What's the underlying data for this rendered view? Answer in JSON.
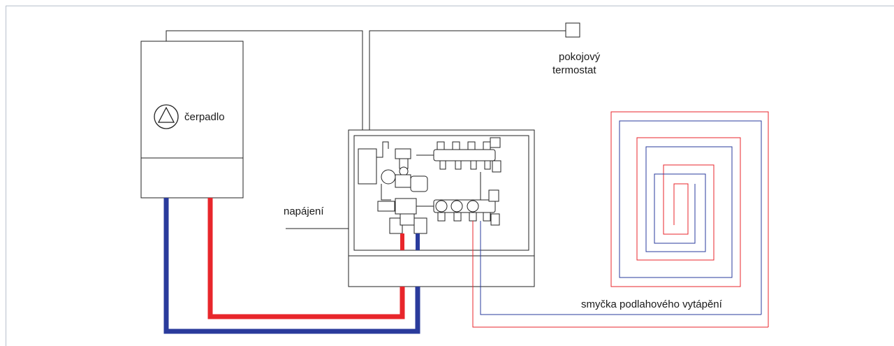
{
  "labels": {
    "pump": "čerpadlo",
    "thermostat_line1": "pokojový",
    "thermostat_line2": "termostat",
    "power": "napájení",
    "floor_loop": "smyčka podlahového vytápění"
  },
  "colors": {
    "hot_pipe": "#e8262b",
    "cold_pipe": "#2a3b9c",
    "outline": "#222222",
    "border": "#b8c0cc"
  }
}
